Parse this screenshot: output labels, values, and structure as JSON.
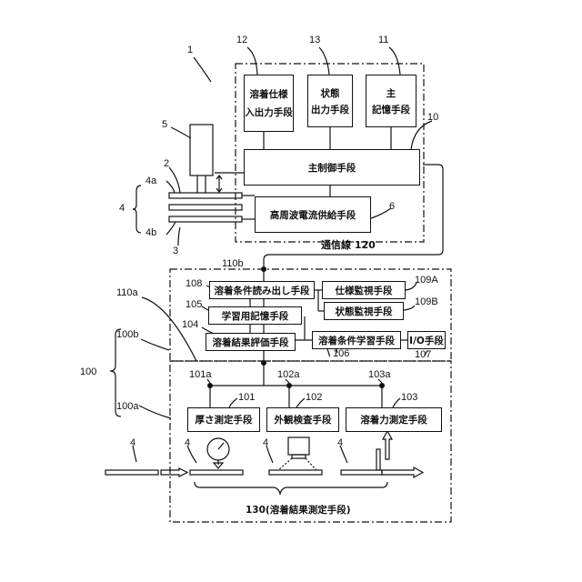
{
  "refs": {
    "r1": "1",
    "r12": "12",
    "r13": "13",
    "r11": "11",
    "r10": "10",
    "r5": "5",
    "r2": "2",
    "r4a": "4a",
    "r4": "4",
    "r4b": "4b",
    "r3": "3",
    "r6": "6",
    "r110b": "110b",
    "r108": "108",
    "r109A": "109A",
    "r105": "105",
    "r110a": "110a",
    "r109B": "109B",
    "r104": "104",
    "r100b": "100b",
    "r106": "106",
    "r107": "107",
    "r100": "100",
    "r101a": "101a",
    "r102a": "102a",
    "r103a": "103a",
    "r101": "101",
    "r102": "102",
    "r103": "103",
    "r100a": "100a",
    "r4s1": "4",
    "r4s2": "4",
    "r4s3": "4",
    "r4s4": "4"
  },
  "boxes": {
    "b12_l1": "溶着仕様",
    "b12_l2": "入出力手段",
    "b13_l1": "状態",
    "b13_l2": "出力手段",
    "b11_l1": "主",
    "b11_l2": "記憶手段",
    "b10": "主制御手段",
    "b6": "高周波電流供給手段",
    "b108": "溶着条件読み出し手段",
    "b109A": "仕様監視手段",
    "b105": "学習用記憶手段",
    "b109B": "状態監視手段",
    "b104": "溶着結果評価手段",
    "b106": "溶着条件学習手段",
    "b107": "I/O手段",
    "b101": "厚さ測定手段",
    "b102": "外観検査手段",
    "b103": "溶着力測定手段"
  },
  "labels": {
    "comm_line": "通信線 120",
    "measure_group": "130(溶着結果測定手段)"
  }
}
